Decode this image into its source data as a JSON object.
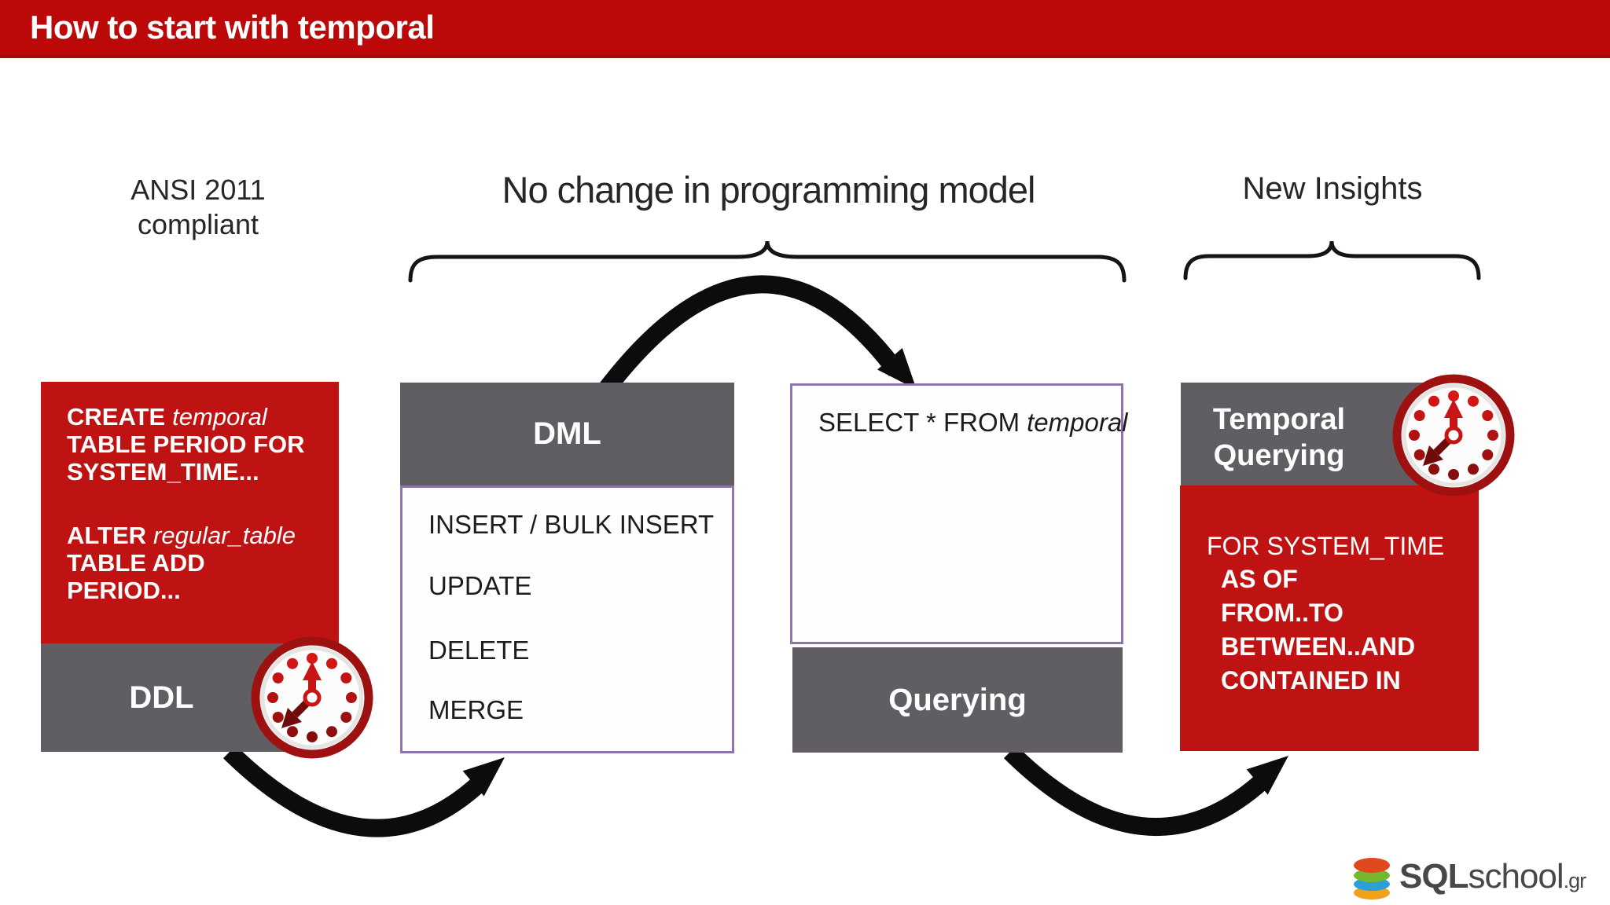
{
  "title": "How to start with temporal",
  "labels": {
    "left_line1": "ANSI 2011",
    "left_line2": "compliant",
    "center": "No change in programming model",
    "right": "New Insights"
  },
  "ddl_box": {
    "create_keyword": "CREATE",
    "create_arg": "temporal",
    "create_line2": "TABLE PERIOD FOR",
    "create_line3": "SYSTEM_TIME...",
    "alter_keyword": "ALTER",
    "alter_arg": "regular_table",
    "alter_line2": "TABLE ADD",
    "alter_line3": "PERIOD...",
    "footer": "DDL"
  },
  "dml_box": {
    "header": "DML",
    "items": [
      "INSERT / BULK INSERT",
      "UPDATE",
      "DELETE",
      "MERGE"
    ]
  },
  "query_box": {
    "statement_prefix": "SELECT * FROM",
    "statement_table": "temporal",
    "footer": "Querying"
  },
  "temporal_box": {
    "header": "Temporal Querying",
    "body_intro": "FOR SYSTEM_TIME",
    "options": [
      "AS OF",
      "FROM..TO",
      "BETWEEN..AND",
      "CONTAINED IN"
    ]
  },
  "icons": {
    "clock": "clock-icon",
    "database": "database-icon"
  },
  "logo": {
    "sql": "SQL",
    "school": "school",
    "tld": ".gr"
  },
  "colors": {
    "header_red": "#bb0808",
    "box_red": "#bf1313",
    "gray": "#615e63",
    "purple_border": "#8f74ae",
    "arrow_black": "#0c0c0c",
    "clock_dark_red": "#9e1111"
  }
}
